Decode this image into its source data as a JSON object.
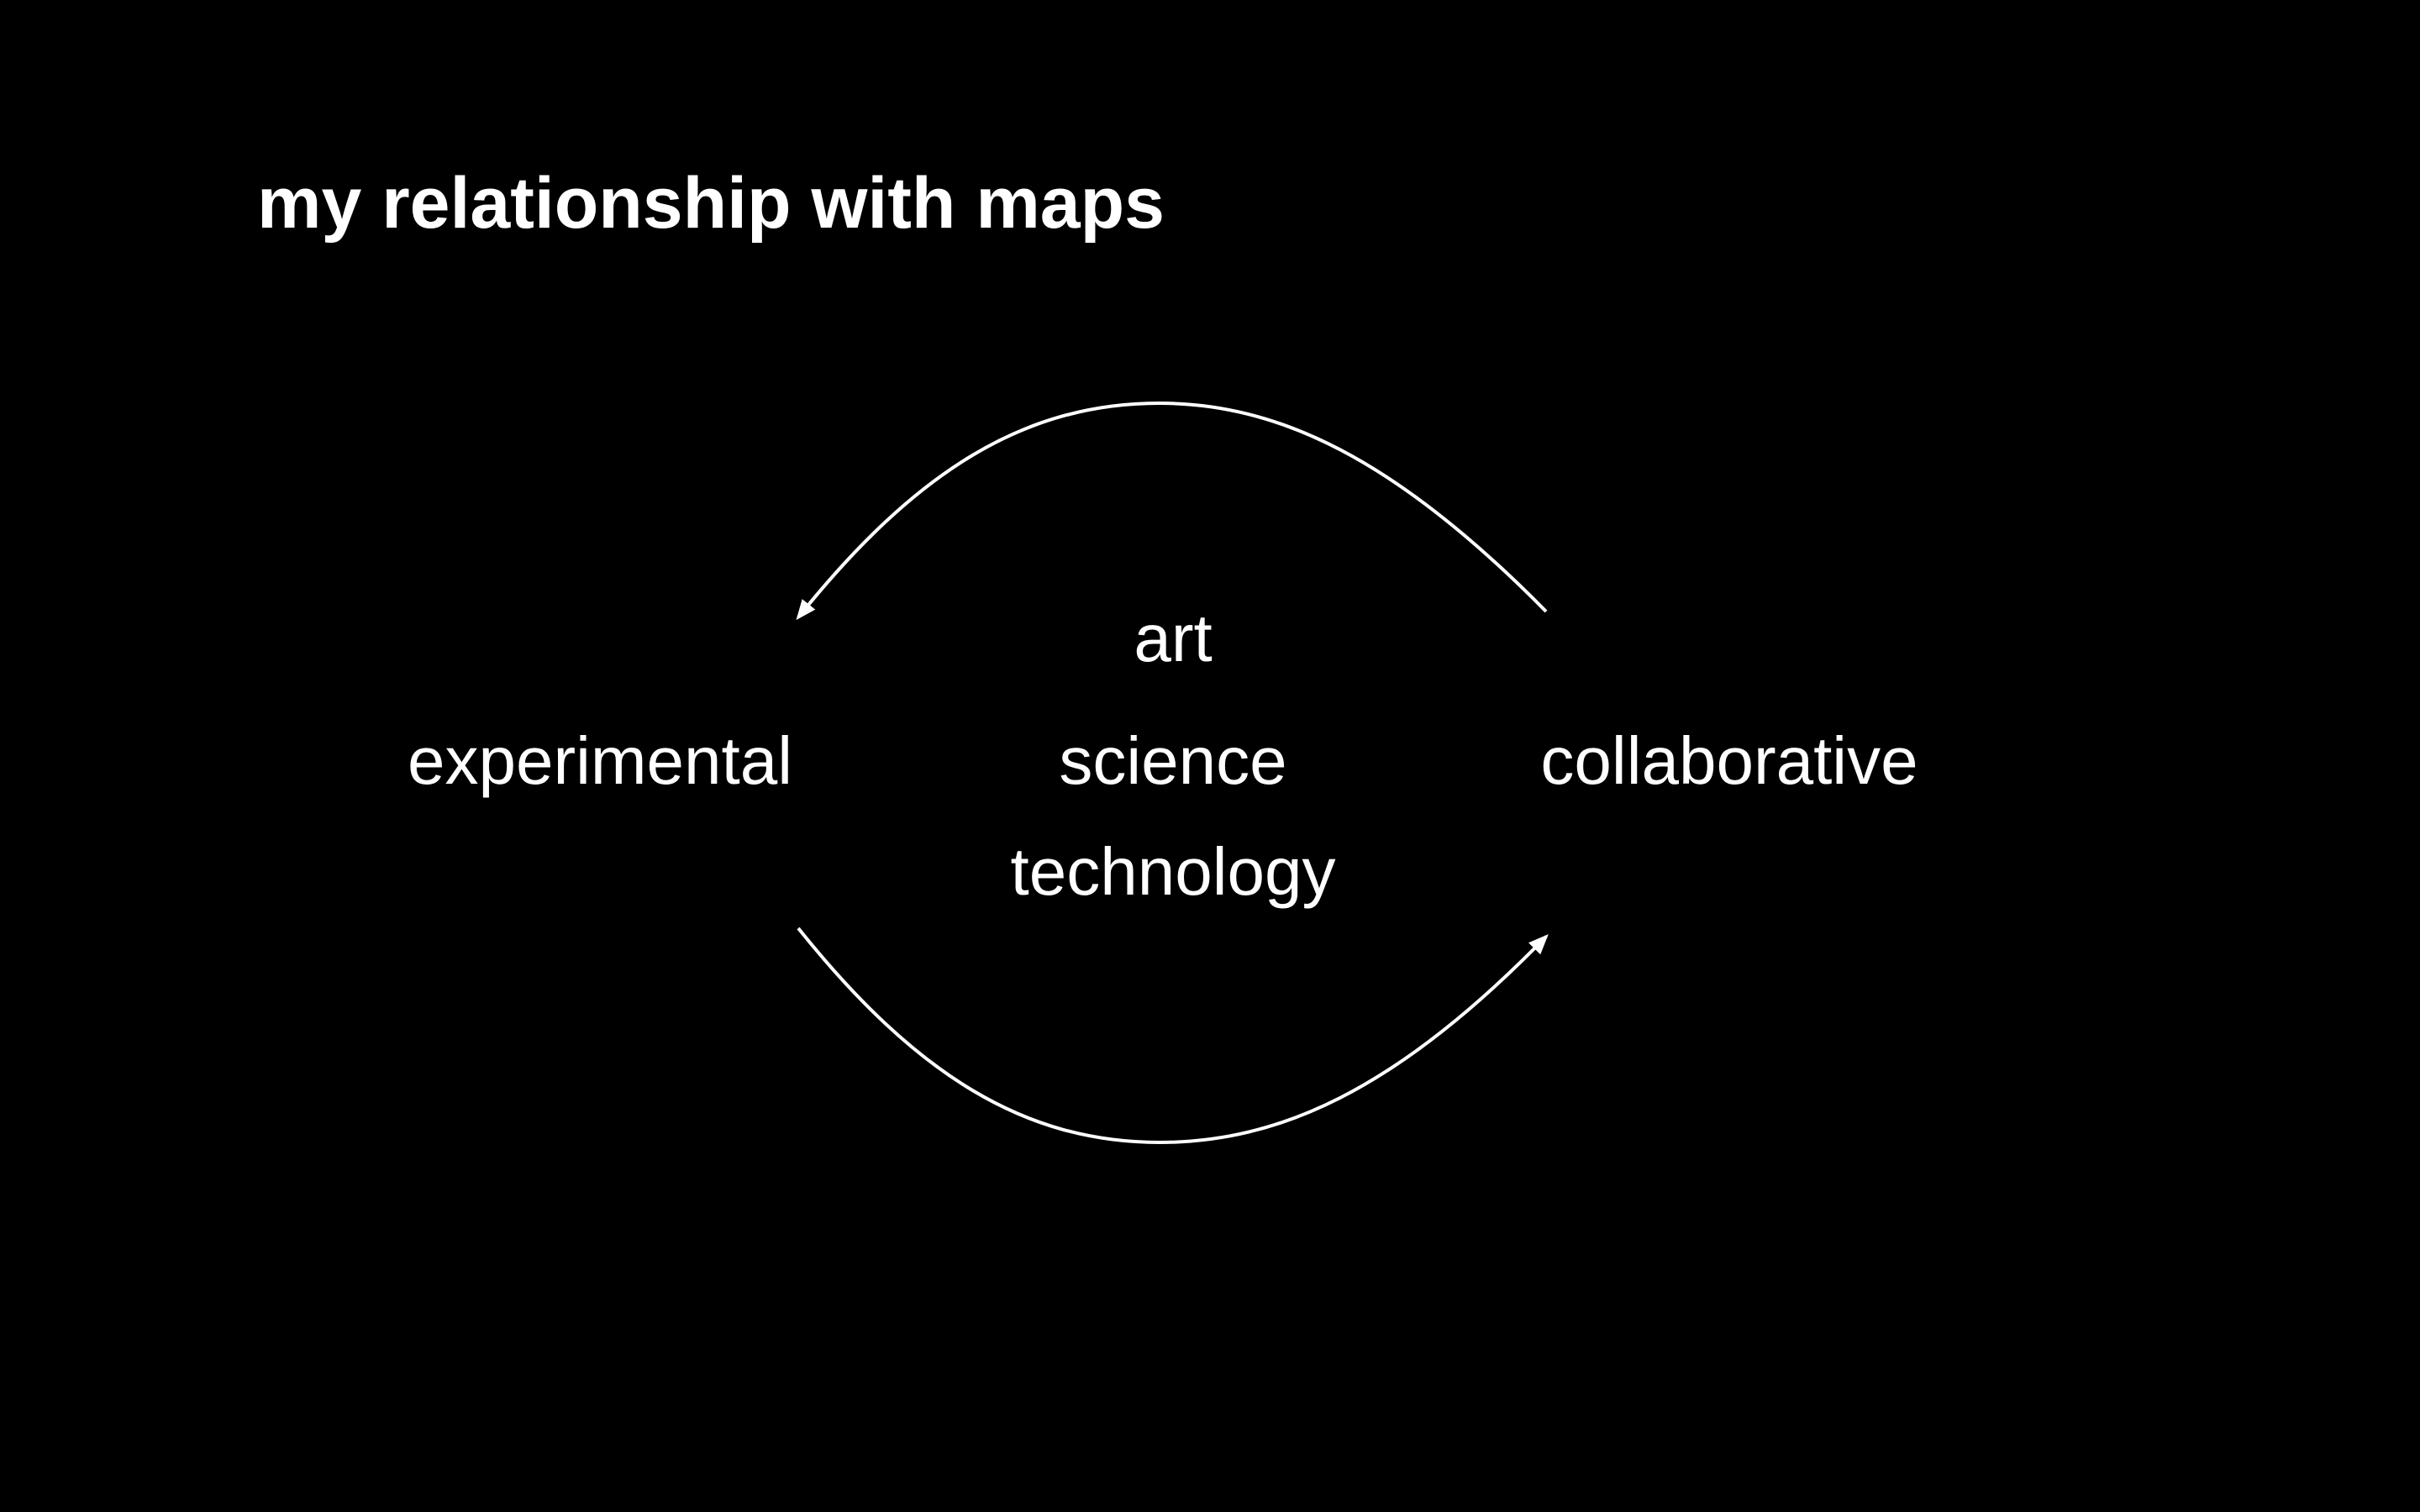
{
  "slide": {
    "title": "my relationship with maps",
    "background": "#000000",
    "text_color": "#ffffff"
  },
  "diagram": {
    "left_node": "experimental",
    "right_node": "collaborative",
    "center_items": [
      "art",
      "science",
      "technology"
    ],
    "arrows": [
      {
        "from": "collaborative",
        "to": "experimental",
        "shape": "arc-top"
      },
      {
        "from": "experimental",
        "to": "collaborative",
        "shape": "arc-bottom"
      }
    ]
  }
}
